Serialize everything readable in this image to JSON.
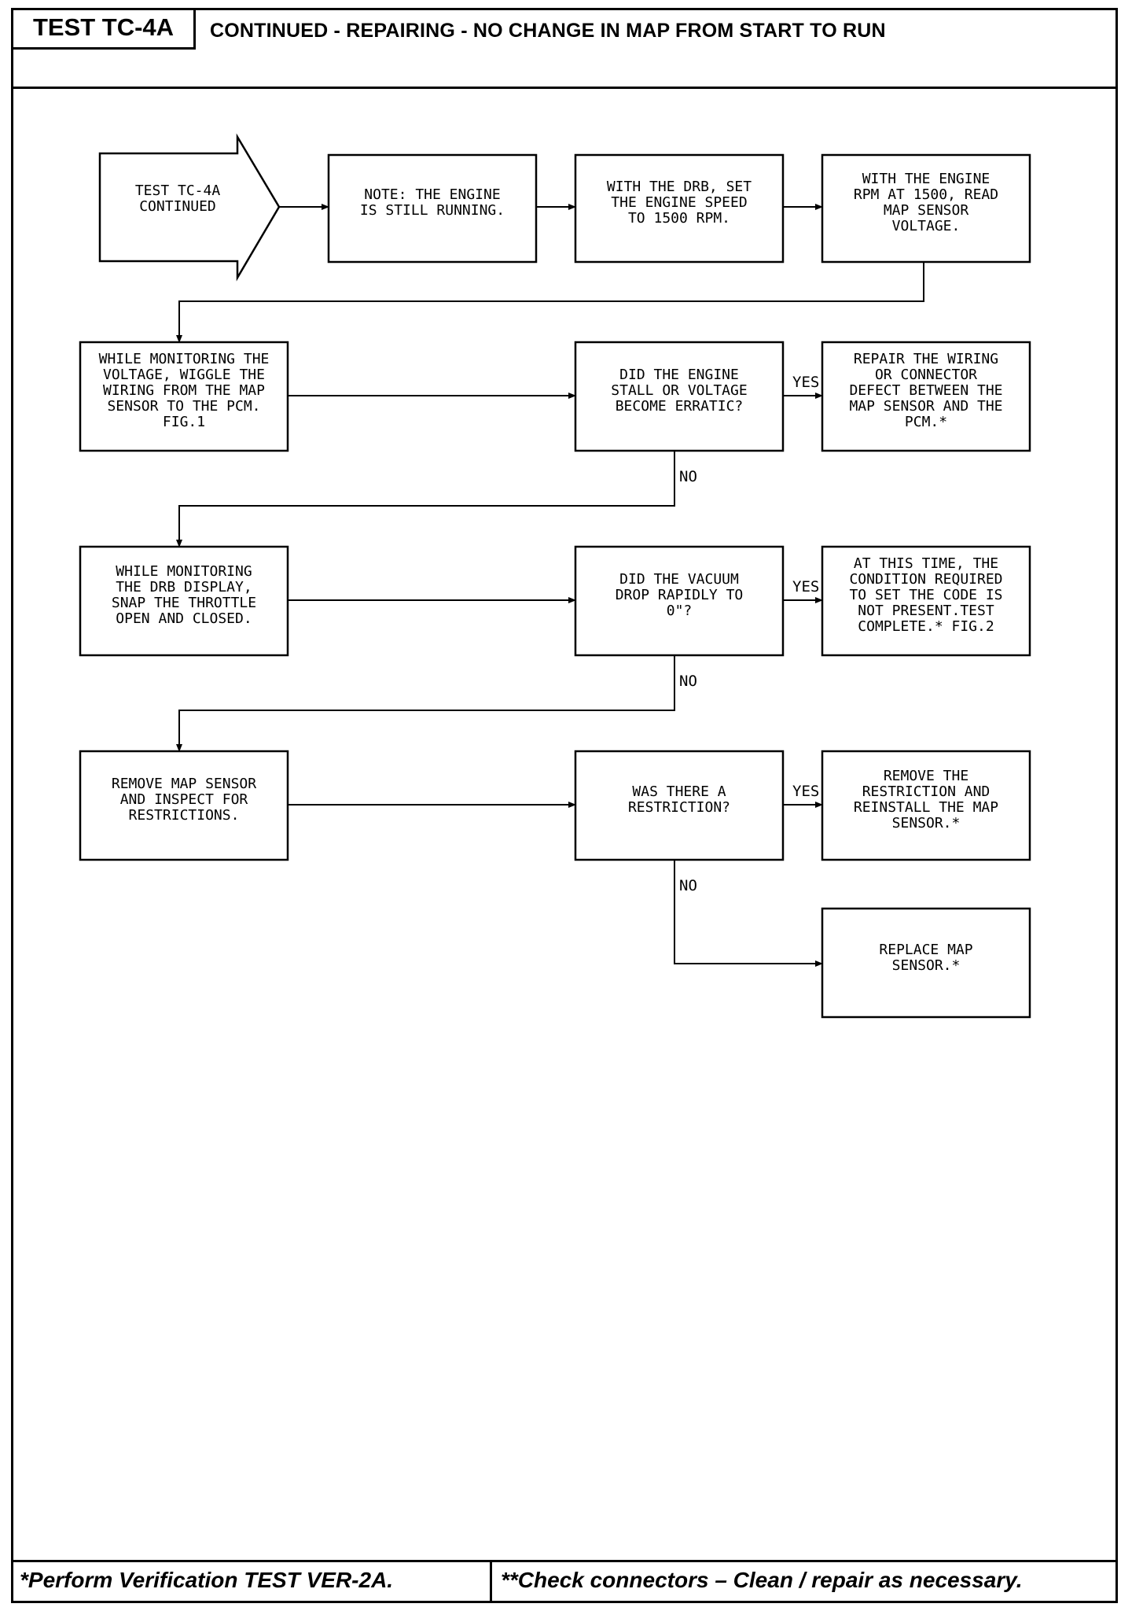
{
  "header": {
    "test_id": "TEST TC-4A",
    "title": "CONTINUED - REPAIRING - NO CHANGE IN MAP FROM START TO RUN"
  },
  "footer": {
    "left": "*Perform Verification TEST VER-2A.",
    "right": "**Check connectors – Clean / repair as necessary."
  },
  "flowchart": {
    "start": {
      "lines": [
        "TEST TC-4A",
        "CONTINUED"
      ]
    },
    "nodes": [
      {
        "id": "note",
        "lines": [
          "NOTE: THE ENGINE",
          "IS STILL RUNNING."
        ]
      },
      {
        "id": "set-speed",
        "lines": [
          "WITH THE DRB, SET",
          "THE ENGINE SPEED",
          "TO 1500 RPM."
        ]
      },
      {
        "id": "read-map",
        "lines": [
          "WITH THE ENGINE",
          "RPM AT 1500, READ",
          "MAP SENSOR",
          "VOLTAGE."
        ]
      },
      {
        "id": "wiggle",
        "lines": [
          "WHILE MONITORING THE",
          "VOLTAGE, WIGGLE THE",
          "WIRING FROM THE MAP",
          "SENSOR TO THE PCM.",
          "FIG.1"
        ]
      },
      {
        "id": "q-stall",
        "lines": [
          "DID THE ENGINE",
          "STALL OR VOLTAGE",
          "BECOME ERRATIC?"
        ]
      },
      {
        "id": "repair-wiring",
        "lines": [
          "REPAIR THE WIRING",
          "OR CONNECTOR",
          "DEFECT BETWEEN THE",
          "MAP SENSOR AND THE",
          "PCM.*"
        ]
      },
      {
        "id": "snap",
        "lines": [
          "WHILE MONITORING",
          "THE DRB DISPLAY,",
          "SNAP THE THROTTLE",
          "OPEN AND CLOSED."
        ]
      },
      {
        "id": "q-vacuum",
        "lines": [
          "DID THE VACUUM",
          "DROP RAPIDLY TO",
          "0\"?"
        ]
      },
      {
        "id": "not-present",
        "lines": [
          "AT THIS TIME, THE",
          "CONDITION REQUIRED",
          "TO SET THE CODE IS",
          "NOT PRESENT.TEST",
          "COMPLETE.* FIG.2"
        ]
      },
      {
        "id": "remove-map",
        "lines": [
          "REMOVE MAP SENSOR",
          "AND INSPECT FOR",
          "RESTRICTIONS."
        ]
      },
      {
        "id": "q-restriction",
        "lines": [
          "WAS THERE A",
          "RESTRICTION?"
        ]
      },
      {
        "id": "remove-restriction",
        "lines": [
          "REMOVE THE",
          "RESTRICTION AND",
          "REINSTALL THE MAP",
          "SENSOR.*"
        ]
      },
      {
        "id": "replace-map",
        "lines": [
          "REPLACE MAP",
          "SENSOR.*"
        ]
      }
    ],
    "labels": {
      "yes": "YES",
      "no": "NO"
    }
  }
}
